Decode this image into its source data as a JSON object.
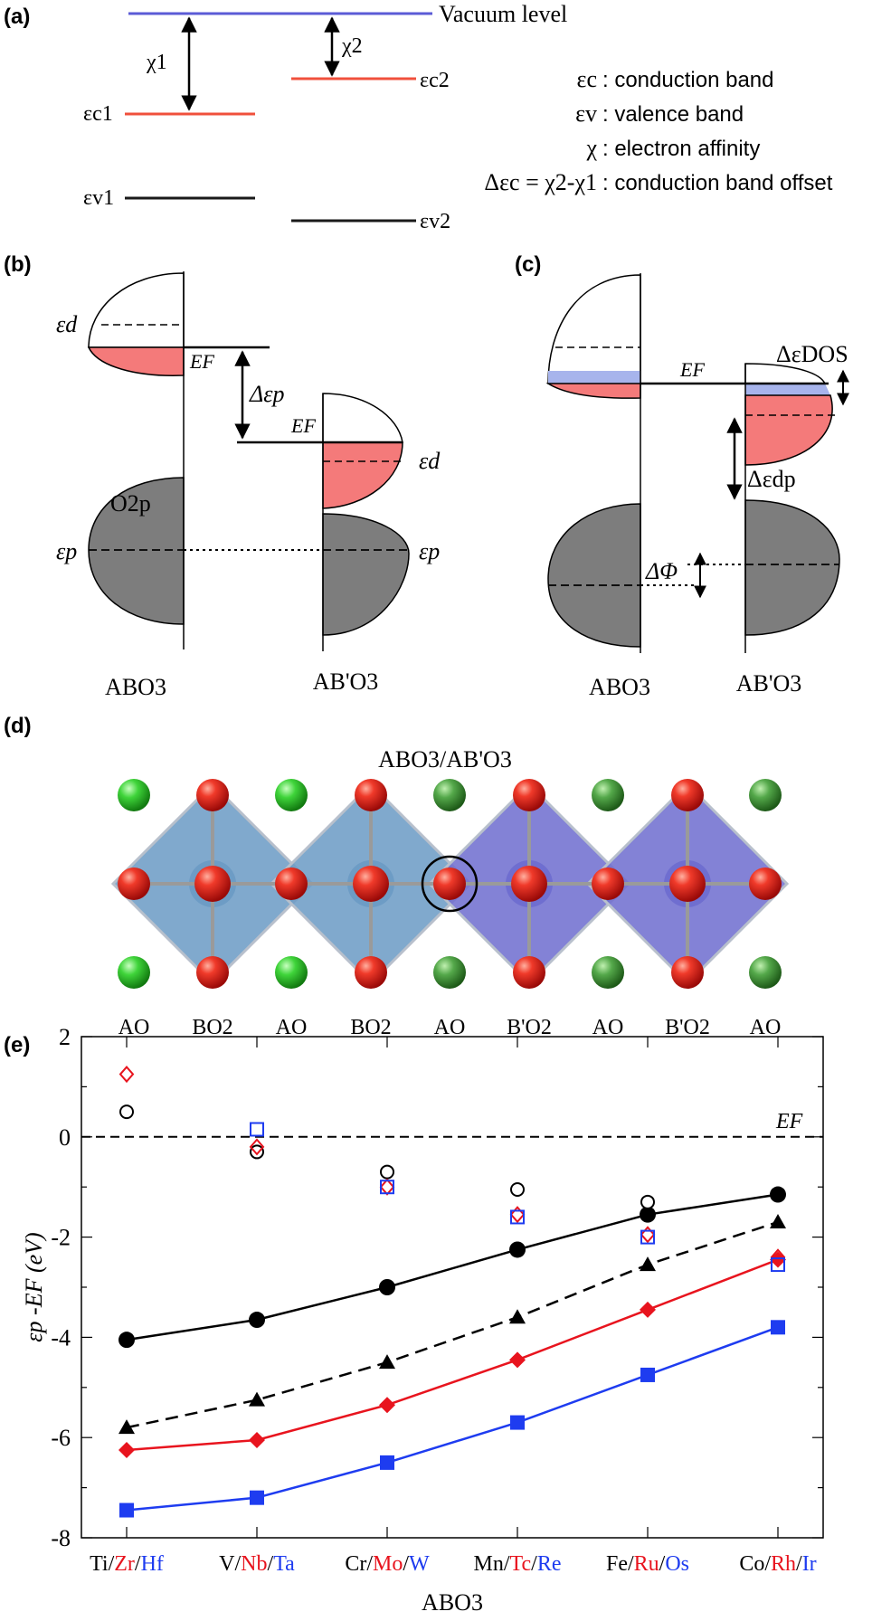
{
  "panel_labels": {
    "a": "(a)",
    "b": "(b)",
    "c": "(c)",
    "d": "(d)",
    "e": "(e)"
  },
  "panel_a": {
    "vacuum_level": "Vacuum level",
    "chi1": "χ1",
    "chi2": "χ2",
    "ec1": "εc1",
    "ec2": "εc2",
    "ev1": "εv1",
    "ev2": "εv2",
    "legend": [
      {
        "symbol": "εc",
        "desc": ": conduction band"
      },
      {
        "symbol": "εv",
        "desc": ": valence band"
      },
      {
        "symbol": "χ",
        "desc": ": electron affinity"
      },
      {
        "symbol": "Δεc = χ2-χ1",
        "desc": ": conduction band offset"
      }
    ],
    "colors": {
      "vacuum": "#5b5bd6",
      "conduction": "#f0503c",
      "valence": "#1a1a1a"
    }
  },
  "panel_b": {
    "ed_left": "εd",
    "ef_left": "EF",
    "delta_ep": "Δεp",
    "ef_right": "EF",
    "ed_right": "εd",
    "o2p": "O2p",
    "ep_left": "εp",
    "ep_right": "εp",
    "material_left": "ABO3",
    "material_right": "AB'O3"
  },
  "panel_c": {
    "ef": "EF",
    "delta_e_dos": "ΔεDOS",
    "delta_e_dp": "Δεdp",
    "delta_phi": "ΔΦ",
    "material_left": "ABO3",
    "material_right": "AB'O3"
  },
  "panel_d": {
    "title": "ABO3/AB'O3",
    "layers": [
      "AO",
      "BO2",
      "AO",
      "BO2",
      "AO",
      "B'O2",
      "AO",
      "B'O2",
      "AO"
    ],
    "colors": {
      "octa_b": "#6a9ac4",
      "octa_b_prime": "#6d6ccf",
      "oxygen": "#e02020",
      "cation_a": "#3ccc3c"
    }
  },
  "chart_data": {
    "type": "line",
    "ylabel": "εp -EF (eV)",
    "xlabel": "ABO3",
    "ylim": [
      -8,
      2
    ],
    "yticks": [
      2,
      0,
      -2,
      -4,
      -6,
      -8
    ],
    "reference_line": {
      "y": 0,
      "label": "EF"
    },
    "categories": [
      [
        {
          "t": "Ti",
          "c": "black"
        },
        {
          "t": "/",
          "c": "black"
        },
        {
          "t": "Zr",
          "c": "red"
        },
        {
          "t": "/",
          "c": "black"
        },
        {
          "t": "Hf",
          "c": "blue"
        }
      ],
      [
        {
          "t": "V",
          "c": "black"
        },
        {
          "t": "/",
          "c": "black"
        },
        {
          "t": "Nb",
          "c": "red"
        },
        {
          "t": "/",
          "c": "black"
        },
        {
          "t": "Ta",
          "c": "blue"
        }
      ],
      [
        {
          "t": "Cr",
          "c": "black"
        },
        {
          "t": "/",
          "c": "black"
        },
        {
          "t": "Mo",
          "c": "red"
        },
        {
          "t": "/",
          "c": "black"
        },
        {
          "t": "W",
          "c": "blue"
        }
      ],
      [
        {
          "t": "Mn",
          "c": "black"
        },
        {
          "t": "/",
          "c": "black"
        },
        {
          "t": "Tc",
          "c": "red"
        },
        {
          "t": "/",
          "c": "black"
        },
        {
          "t": "Re",
          "c": "blue"
        }
      ],
      [
        {
          "t": "Fe",
          "c": "black"
        },
        {
          "t": "/",
          "c": "black"
        },
        {
          "t": "Ru",
          "c": "red"
        },
        {
          "t": "/",
          "c": "black"
        },
        {
          "t": "Os",
          "c": "blue"
        }
      ],
      [
        {
          "t": "Co",
          "c": "black"
        },
        {
          "t": "/",
          "c": "black"
        },
        {
          "t": "Rh",
          "c": "red"
        },
        {
          "t": "/",
          "c": "black"
        },
        {
          "t": "Ir",
          "c": "blue"
        }
      ]
    ],
    "series": [
      {
        "marker": "circle-filled",
        "color": "#000000",
        "line": "solid",
        "values": [
          -4.05,
          -3.65,
          -3.0,
          -2.25,
          -1.55,
          -1.15
        ]
      },
      {
        "marker": "triangle-filled",
        "color": "#000000",
        "line": "dashed",
        "values": [
          -5.8,
          -5.25,
          -4.5,
          -3.6,
          -2.55,
          -1.7
        ]
      },
      {
        "marker": "diamond-filled",
        "color": "#e8141e",
        "line": "solid",
        "values": [
          -6.25,
          -6.05,
          -5.35,
          -4.45,
          -3.45,
          -2.45
        ]
      },
      {
        "marker": "square-filled",
        "color": "#1e3cf0",
        "line": "solid",
        "values": [
          -7.45,
          -7.2,
          -6.5,
          -5.7,
          -4.75,
          -3.8
        ]
      },
      {
        "marker": "circle-open",
        "color": "#000000",
        "line": "none",
        "values": [
          0.5,
          -0.3,
          -0.7,
          -1.05,
          -1.3,
          null
        ]
      },
      {
        "marker": "diamond-open",
        "color": "#e8141e",
        "line": "none",
        "values": [
          1.25,
          -0.2,
          -1.0,
          -1.55,
          -1.95,
          -2.4
        ]
      },
      {
        "marker": "square-open",
        "color": "#1e3cf0",
        "line": "none",
        "values": [
          null,
          0.15,
          -1.0,
          -1.6,
          -2.0,
          -2.55
        ]
      }
    ]
  }
}
